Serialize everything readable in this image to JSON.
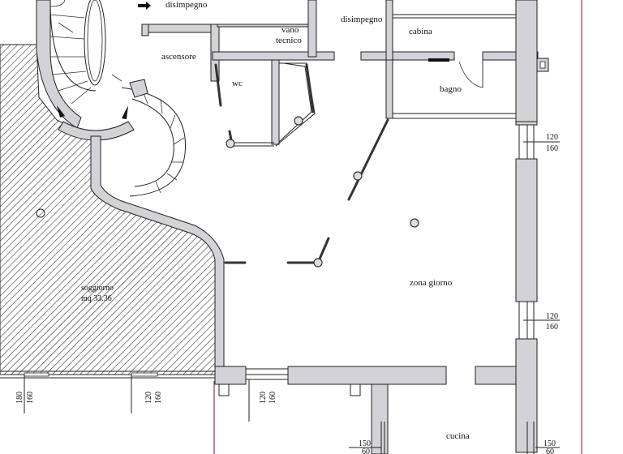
{
  "rooms": {
    "disimpegno_1": "disimpegno",
    "disimpegno_2": "disimpegno",
    "vano_line1": "vano",
    "vano_line2": "tecnico",
    "cabina": "cabina",
    "ascensore": "ascensore",
    "wc": "wc",
    "bagno": "bagno",
    "zona_giorno": "zona giorno",
    "soggiorno_line1": "soggiorno",
    "soggiorno_line2": "mq 33.36",
    "cucina": "cucina"
  },
  "windows": {
    "w_right_top": [
      "120",
      "160"
    ],
    "w_right_mid": [
      "120",
      "160"
    ],
    "w_bottom_1": [
      "180",
      "160"
    ],
    "w_bottom_2": [
      "120",
      "160"
    ],
    "w_bottom_3": [
      "120",
      "160"
    ],
    "w_bottom_4": [
      "150",
      "60"
    ],
    "w_bottom_5": [
      "150",
      "60"
    ]
  },
  "colors": {
    "wall_fill": "#d3d3d7",
    "border_red": "#b0285a",
    "hatch": "#333333"
  }
}
